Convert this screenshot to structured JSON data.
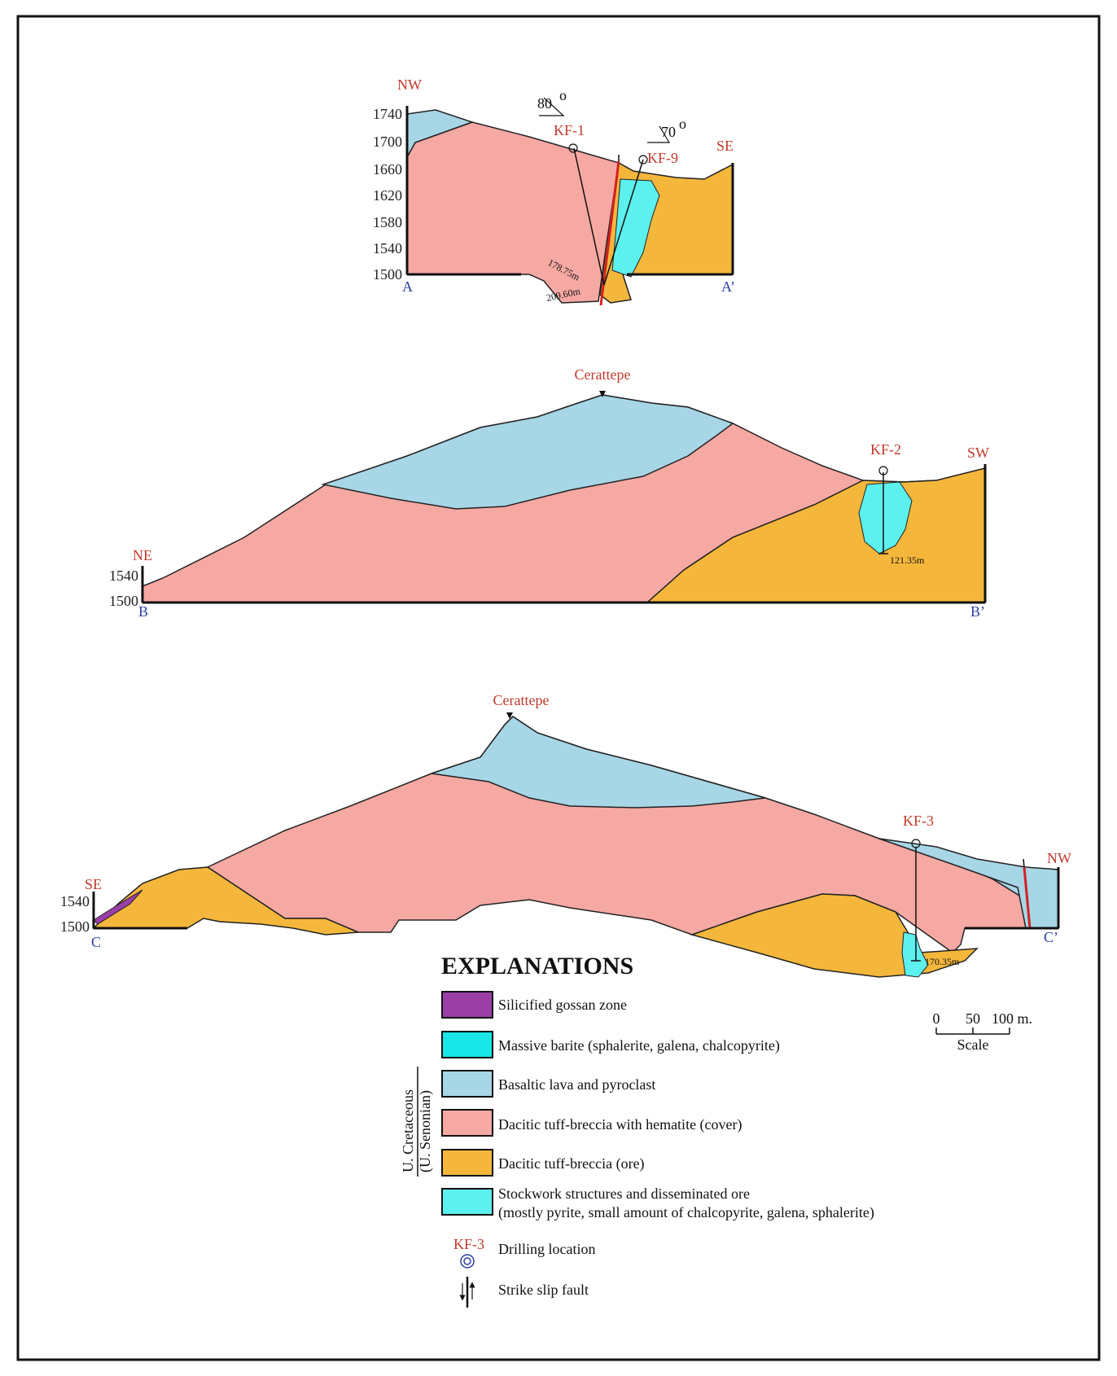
{
  "colors": {
    "gossan": "#9b3ea6",
    "barite": "#19e6e6",
    "basalt": "#a7d6e6",
    "dacitic_cover": "#f6a8a3",
    "dacitic_ore": "#f4b73c",
    "stockwork": "#5cf0ee",
    "label_red": "#c0392b",
    "label_blue": "#2c3e9e",
    "fault_red": "#d42020"
  },
  "sectionA": {
    "elevations": [
      "1740",
      "1700",
      "1660",
      "1620",
      "1580",
      "1540",
      "1500"
    ],
    "dir_left": "NW",
    "dir_right": "SE",
    "pt_left": "A",
    "pt_right": "A’",
    "dip_left": "80",
    "dip_right": "70",
    "well_1": "KF-1",
    "well_2": "KF-9",
    "depth_1": "178.75m",
    "depth_2": "209.60m"
  },
  "sectionB": {
    "elevations": [
      "1540",
      "1500"
    ],
    "dir_left": "NE",
    "dir_right": "SW",
    "pt_left": "B",
    "pt_right": "B’",
    "place": "Cerattepe",
    "well": "KF-2",
    "depth": "121.35m"
  },
  "sectionC": {
    "elevations": [
      "1540",
      "1500"
    ],
    "dir_left": "SE",
    "dir_right": "NW",
    "pt_left": "C",
    "pt_right": "C’",
    "place": "Cerattepe",
    "well": "KF-3",
    "depth": "170.35m"
  },
  "legend": {
    "title": "EXPLANATIONS",
    "group_label_1": "U. Cretaceous",
    "group_label_2": "(U. Senonian)",
    "items": [
      "Silicified gossan zone",
      "Massive barite (sphalerite, galena, chalcopyrite)",
      "Basaltic lava and pyroclast",
      "Dacitic tuff-breccia with hematite (cover)",
      "Dacitic tuff-breccia (ore)",
      "Stockwork structures and disseminated ore",
      "(mostly pyrite, small amount of chalcopyrite, galena, sphalerite)"
    ],
    "drill_code": "KF-3",
    "drill_label": "Drilling location",
    "fault_label": "Strike slip fault"
  },
  "scale": {
    "ticks": [
      "0",
      "50",
      "100 m."
    ],
    "label": "Scale"
  }
}
